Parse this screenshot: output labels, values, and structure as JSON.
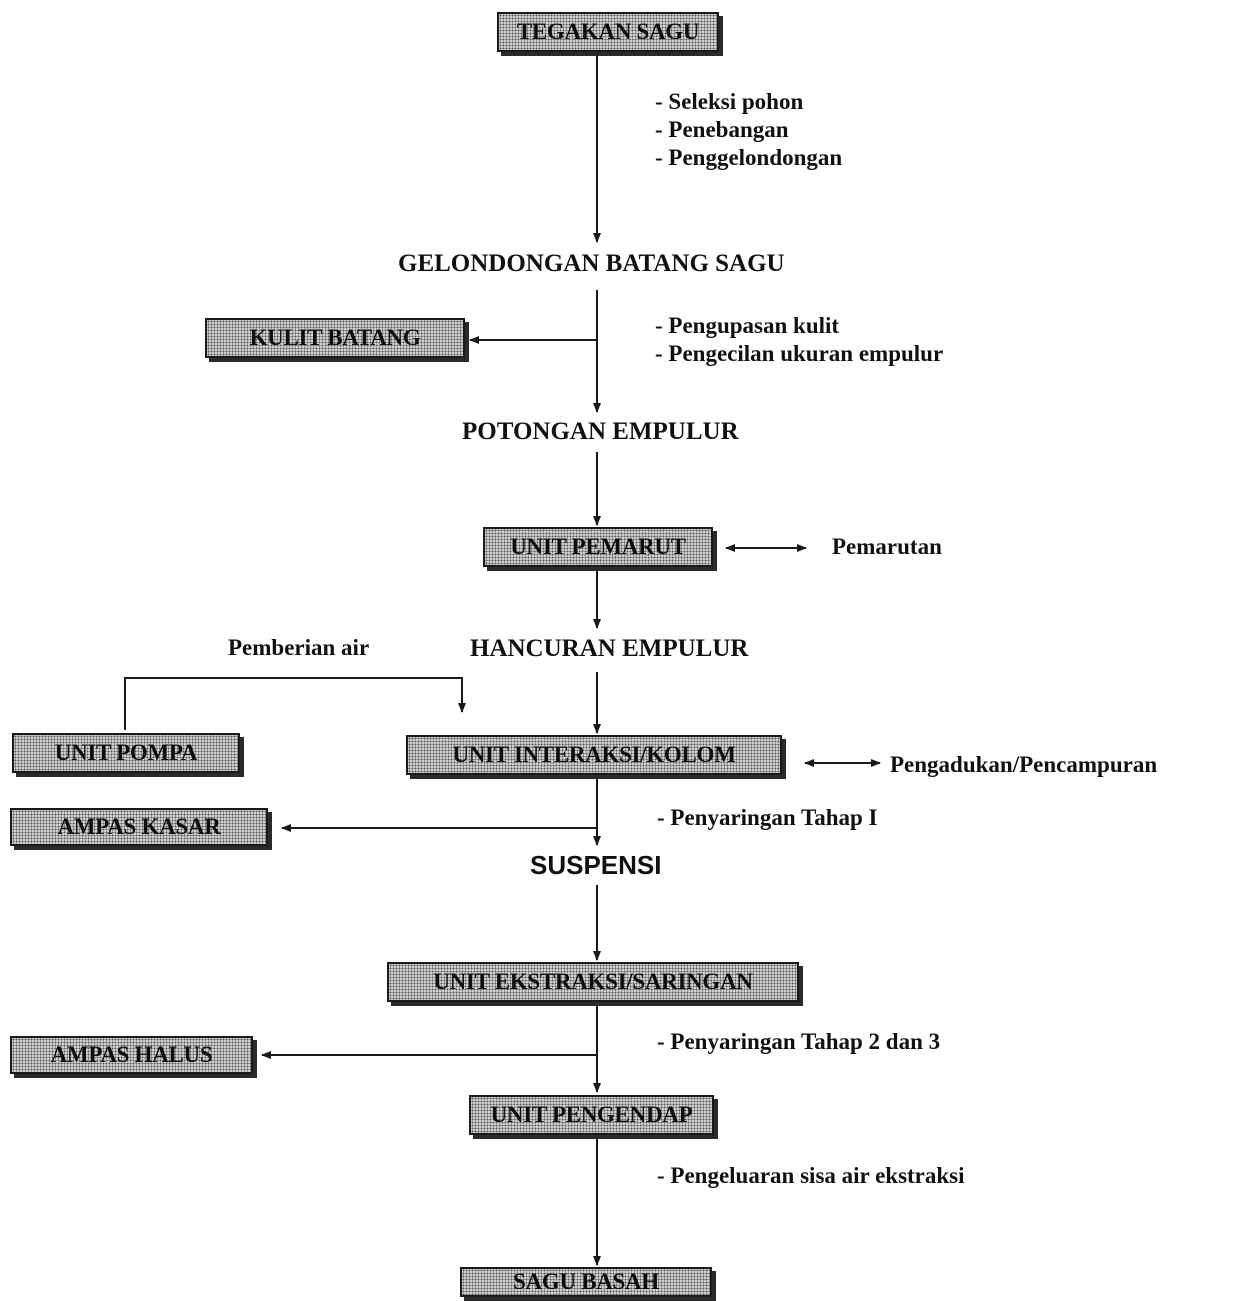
{
  "boxes": {
    "tegakan_sagu": "TEGAKAN SAGU",
    "kulit_batang": "KULIT BATANG",
    "unit_pemarut": "UNIT PEMARUT",
    "unit_pompa": "UNIT POMPA",
    "unit_interaksi": "UNIT INTERAKSI/KOLOM",
    "ampas_kasar": "AMPAS KASAR",
    "unit_ekstraksi": "UNIT EKSTRAKSI/SARINGAN",
    "ampas_halus": "AMPAS HALUS",
    "unit_pengendap": "UNIT PENGENDAP",
    "sagu_basah": "SAGU BASAH"
  },
  "labels": {
    "gelondongan": "GELONDONGAN BATANG SAGU",
    "potongan_empulur": "POTONGAN EMPULUR",
    "hancuran_empulur": "HANCURAN EMPULUR",
    "suspensi": "SUSPENSI"
  },
  "notes": {
    "tegakan_steps": [
      "- Seleksi pohon",
      "- Penebangan",
      "- Penggelondongan"
    ],
    "kulit_steps": [
      "- Pengupasan kulit",
      "- Pengecilan ukuran empulur"
    ],
    "pemarutan": "Pemarutan",
    "pemberian_air": "Pemberian air",
    "pengadukan": "Pengadukan/Pencampuran",
    "penyaringan_1": "- Penyaringan Tahap I",
    "penyaringan_23": "- Penyaringan Tahap 2 dan 3",
    "pengeluaran": "- Pengeluaran sisa air ekstraksi"
  },
  "colors": {
    "box_fill": "#d4d4d4",
    "line": "#1a1a1a"
  }
}
